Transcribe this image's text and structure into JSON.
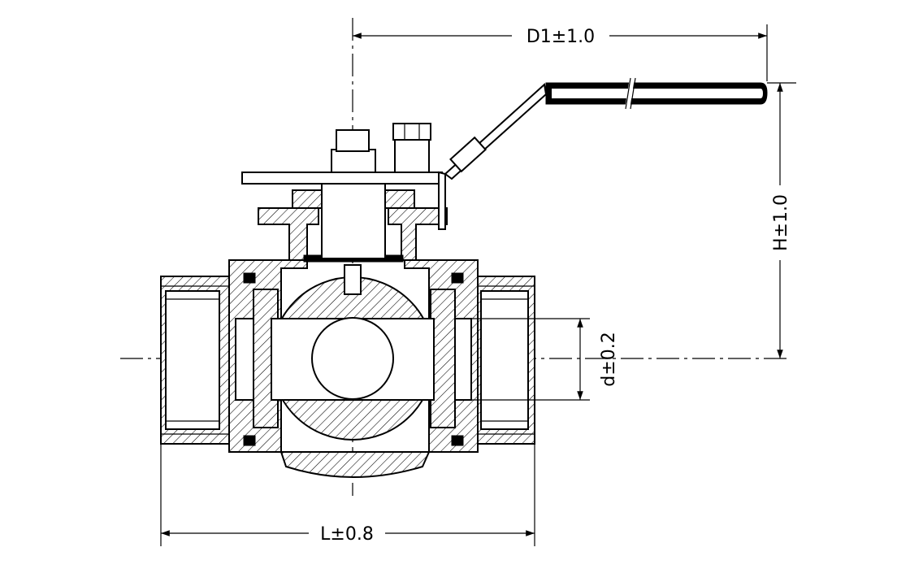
{
  "dimensions": {
    "d1": "D1±1.0",
    "h": "H±1.0",
    "d": "d±0.2",
    "l": "L±0.8"
  }
}
